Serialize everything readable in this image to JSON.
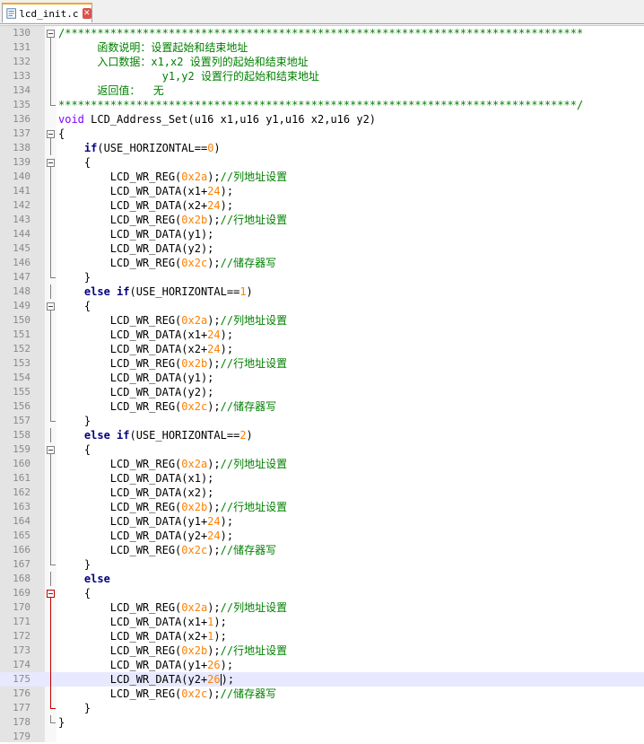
{
  "tab": {
    "filename": "lcd_init.c",
    "icon": "file-icon",
    "close_icon": "close-icon"
  },
  "colors": {
    "comment": "#008000",
    "number": "#ff8000",
    "keyword": "#000080",
    "type": "#8000ff",
    "current_line": "#e8e8ff"
  },
  "current_line_number": "175",
  "lines": [
    {
      "n": "130",
      "fold": "box",
      "segs": [
        {
          "t": "/********************************************************************************",
          "c": "c"
        }
      ]
    },
    {
      "n": "131",
      "fold": "line",
      "segs": [
        {
          "t": "      函数说明：设置起始和结束地址",
          "c": "c"
        }
      ]
    },
    {
      "n": "132",
      "fold": "line",
      "segs": [
        {
          "t": "      入口数据：x1,x2 设置列的起始和结束地址",
          "c": "c"
        }
      ]
    },
    {
      "n": "133",
      "fold": "line",
      "segs": [
        {
          "t": "                y1,y2 设置行的起始和结束地址",
          "c": "c"
        }
      ]
    },
    {
      "n": "134",
      "fold": "line",
      "segs": [
        {
          "t": "      返回值：  无",
          "c": "c"
        }
      ]
    },
    {
      "n": "135",
      "fold": "end",
      "segs": [
        {
          "t": "********************************************************************************/",
          "c": "c"
        }
      ]
    },
    {
      "n": "136",
      "fold": "",
      "segs": [
        {
          "t": "void",
          "c": "t"
        },
        {
          "t": " LCD_Address_Set(u16 x1,u16 y1,u16 x2,u16 y2)"
        }
      ]
    },
    {
      "n": "137",
      "fold": "box",
      "segs": [
        {
          "t": "{"
        }
      ]
    },
    {
      "n": "138",
      "fold": "line",
      "segs": [
        {
          "t": "    "
        },
        {
          "t": "if",
          "c": "k"
        },
        {
          "t": "(USE_HORIZONTAL=="
        },
        {
          "t": "0",
          "c": "n"
        },
        {
          "t": ")"
        }
      ]
    },
    {
      "n": "139",
      "fold": "box",
      "segs": [
        {
          "t": "    {"
        }
      ]
    },
    {
      "n": "140",
      "fold": "line",
      "segs": [
        {
          "t": "        LCD_WR_REG("
        },
        {
          "t": "0x2a",
          "c": "n"
        },
        {
          "t": ");"
        },
        {
          "t": "//列地址设置",
          "c": "c"
        }
      ]
    },
    {
      "n": "141",
      "fold": "line",
      "segs": [
        {
          "t": "        LCD_WR_DATA(x1+"
        },
        {
          "t": "24",
          "c": "n"
        },
        {
          "t": ");"
        }
      ]
    },
    {
      "n": "142",
      "fold": "line",
      "segs": [
        {
          "t": "        LCD_WR_DATA(x2+"
        },
        {
          "t": "24",
          "c": "n"
        },
        {
          "t": ");"
        }
      ]
    },
    {
      "n": "143",
      "fold": "line",
      "segs": [
        {
          "t": "        LCD_WR_REG("
        },
        {
          "t": "0x2b",
          "c": "n"
        },
        {
          "t": ");"
        },
        {
          "t": "//行地址设置",
          "c": "c"
        }
      ]
    },
    {
      "n": "144",
      "fold": "line",
      "segs": [
        {
          "t": "        LCD_WR_DATA(y1);"
        }
      ]
    },
    {
      "n": "145",
      "fold": "line",
      "segs": [
        {
          "t": "        LCD_WR_DATA(y2);"
        }
      ]
    },
    {
      "n": "146",
      "fold": "line",
      "segs": [
        {
          "t": "        LCD_WR_REG("
        },
        {
          "t": "0x2c",
          "c": "n"
        },
        {
          "t": ");"
        },
        {
          "t": "//储存器写",
          "c": "c"
        }
      ]
    },
    {
      "n": "147",
      "fold": "end",
      "segs": [
        {
          "t": "    }"
        }
      ]
    },
    {
      "n": "148",
      "fold": "line",
      "segs": [
        {
          "t": "    "
        },
        {
          "t": "else if",
          "c": "k"
        },
        {
          "t": "(USE_HORIZONTAL=="
        },
        {
          "t": "1",
          "c": "n"
        },
        {
          "t": ")"
        }
      ]
    },
    {
      "n": "149",
      "fold": "box",
      "segs": [
        {
          "t": "    {"
        }
      ]
    },
    {
      "n": "150",
      "fold": "line",
      "segs": [
        {
          "t": "        LCD_WR_REG("
        },
        {
          "t": "0x2a",
          "c": "n"
        },
        {
          "t": ");"
        },
        {
          "t": "//列地址设置",
          "c": "c"
        }
      ]
    },
    {
      "n": "151",
      "fold": "line",
      "segs": [
        {
          "t": "        LCD_WR_DATA(x1+"
        },
        {
          "t": "24",
          "c": "n"
        },
        {
          "t": ");"
        }
      ]
    },
    {
      "n": "152",
      "fold": "line",
      "segs": [
        {
          "t": "        LCD_WR_DATA(x2+"
        },
        {
          "t": "24",
          "c": "n"
        },
        {
          "t": ");"
        }
      ]
    },
    {
      "n": "153",
      "fold": "line",
      "segs": [
        {
          "t": "        LCD_WR_REG("
        },
        {
          "t": "0x2b",
          "c": "n"
        },
        {
          "t": ");"
        },
        {
          "t": "//行地址设置",
          "c": "c"
        }
      ]
    },
    {
      "n": "154",
      "fold": "line",
      "segs": [
        {
          "t": "        LCD_WR_DATA(y1);"
        }
      ]
    },
    {
      "n": "155",
      "fold": "line",
      "segs": [
        {
          "t": "        LCD_WR_DATA(y2);"
        }
      ]
    },
    {
      "n": "156",
      "fold": "line",
      "segs": [
        {
          "t": "        LCD_WR_REG("
        },
        {
          "t": "0x2c",
          "c": "n"
        },
        {
          "t": ");"
        },
        {
          "t": "//储存器写",
          "c": "c"
        }
      ]
    },
    {
      "n": "157",
      "fold": "end",
      "segs": [
        {
          "t": "    }"
        }
      ]
    },
    {
      "n": "158",
      "fold": "line",
      "segs": [
        {
          "t": "    "
        },
        {
          "t": "else if",
          "c": "k"
        },
        {
          "t": "(USE_HORIZONTAL=="
        },
        {
          "t": "2",
          "c": "n"
        },
        {
          "t": ")"
        }
      ]
    },
    {
      "n": "159",
      "fold": "box",
      "segs": [
        {
          "t": "    {"
        }
      ]
    },
    {
      "n": "160",
      "fold": "line",
      "segs": [
        {
          "t": "        LCD_WR_REG("
        },
        {
          "t": "0x2a",
          "c": "n"
        },
        {
          "t": ");"
        },
        {
          "t": "//列地址设置",
          "c": "c"
        }
      ]
    },
    {
      "n": "161",
      "fold": "line",
      "segs": [
        {
          "t": "        LCD_WR_DATA(x1);"
        }
      ]
    },
    {
      "n": "162",
      "fold": "line",
      "segs": [
        {
          "t": "        LCD_WR_DATA(x2);"
        }
      ]
    },
    {
      "n": "163",
      "fold": "line",
      "segs": [
        {
          "t": "        LCD_WR_REG("
        },
        {
          "t": "0x2b",
          "c": "n"
        },
        {
          "t": ");"
        },
        {
          "t": "//行地址设置",
          "c": "c"
        }
      ]
    },
    {
      "n": "164",
      "fold": "line",
      "segs": [
        {
          "t": "        LCD_WR_DATA(y1+"
        },
        {
          "t": "24",
          "c": "n"
        },
        {
          "t": ");"
        }
      ]
    },
    {
      "n": "165",
      "fold": "line",
      "segs": [
        {
          "t": "        LCD_WR_DATA(y2+"
        },
        {
          "t": "24",
          "c": "n"
        },
        {
          "t": ");"
        }
      ]
    },
    {
      "n": "166",
      "fold": "line",
      "segs": [
        {
          "t": "        LCD_WR_REG("
        },
        {
          "t": "0x2c",
          "c": "n"
        },
        {
          "t": ");"
        },
        {
          "t": "//储存器写",
          "c": "c"
        }
      ]
    },
    {
      "n": "167",
      "fold": "end",
      "segs": [
        {
          "t": "    }"
        }
      ]
    },
    {
      "n": "168",
      "fold": "line",
      "segs": [
        {
          "t": "    "
        },
        {
          "t": "else",
          "c": "k"
        }
      ]
    },
    {
      "n": "169",
      "fold": "boxred",
      "segs": [
        {
          "t": "    {"
        }
      ]
    },
    {
      "n": "170",
      "fold": "linered",
      "segs": [
        {
          "t": "        LCD_WR_REG("
        },
        {
          "t": "0x2a",
          "c": "n"
        },
        {
          "t": ");"
        },
        {
          "t": "//列地址设置",
          "c": "c"
        }
      ]
    },
    {
      "n": "171",
      "fold": "linered",
      "segs": [
        {
          "t": "        LCD_WR_DATA(x1+"
        },
        {
          "t": "1",
          "c": "n"
        },
        {
          "t": ");"
        }
      ]
    },
    {
      "n": "172",
      "fold": "linered",
      "segs": [
        {
          "t": "        LCD_WR_DATA(x2+"
        },
        {
          "t": "1",
          "c": "n"
        },
        {
          "t": ");"
        }
      ]
    },
    {
      "n": "173",
      "fold": "linered",
      "segs": [
        {
          "t": "        LCD_WR_REG("
        },
        {
          "t": "0x2b",
          "c": "n"
        },
        {
          "t": ");"
        },
        {
          "t": "//行地址设置",
          "c": "c"
        }
      ]
    },
    {
      "n": "174",
      "fold": "linered",
      "segs": [
        {
          "t": "        LCD_WR_DATA(y1+"
        },
        {
          "t": "26",
          "c": "n"
        },
        {
          "t": ");"
        }
      ]
    },
    {
      "n": "175",
      "fold": "linered",
      "segs": [
        {
          "t": "        LCD_WR_DATA(y2+"
        },
        {
          "t": "26",
          "c": "n"
        },
        {
          "t": "|",
          "c": "caret"
        },
        {
          "t": ");"
        }
      ]
    },
    {
      "n": "176",
      "fold": "linered",
      "segs": [
        {
          "t": "        LCD_WR_REG("
        },
        {
          "t": "0x2c",
          "c": "n"
        },
        {
          "t": ");"
        },
        {
          "t": "//储存器写",
          "c": "c"
        }
      ]
    },
    {
      "n": "177",
      "fold": "endred",
      "segs": [
        {
          "t": "    }"
        }
      ]
    },
    {
      "n": "178",
      "fold": "end",
      "segs": [
        {
          "t": "}"
        }
      ]
    },
    {
      "n": "179",
      "fold": "",
      "segs": []
    }
  ]
}
